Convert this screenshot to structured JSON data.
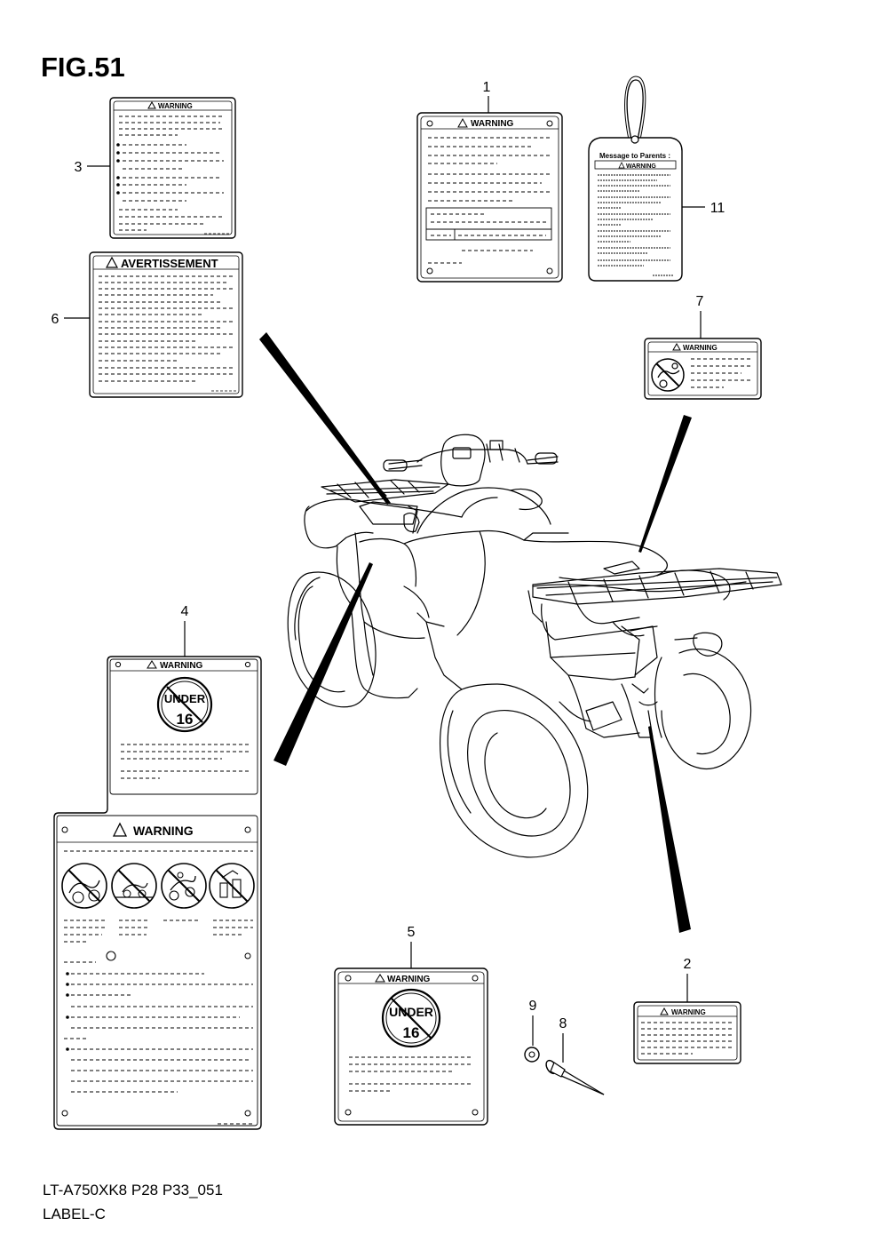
{
  "figure": {
    "title": "FIG.51",
    "model_code": "LT-A750XK8 P28 P33_051",
    "section": "LABEL-C"
  },
  "labels": {
    "warning": "WARNING",
    "avertissement": "AVERTISSEMENT",
    "message_to_parents": "Message to Parents :",
    "under": "UNDER",
    "age": "16"
  },
  "callouts": {
    "c1": "1",
    "c2": "2",
    "c3": "3",
    "c4": "4",
    "c5": "5",
    "c6": "6",
    "c7": "7",
    "c8": "8",
    "c9": "9",
    "c11": "11"
  }
}
